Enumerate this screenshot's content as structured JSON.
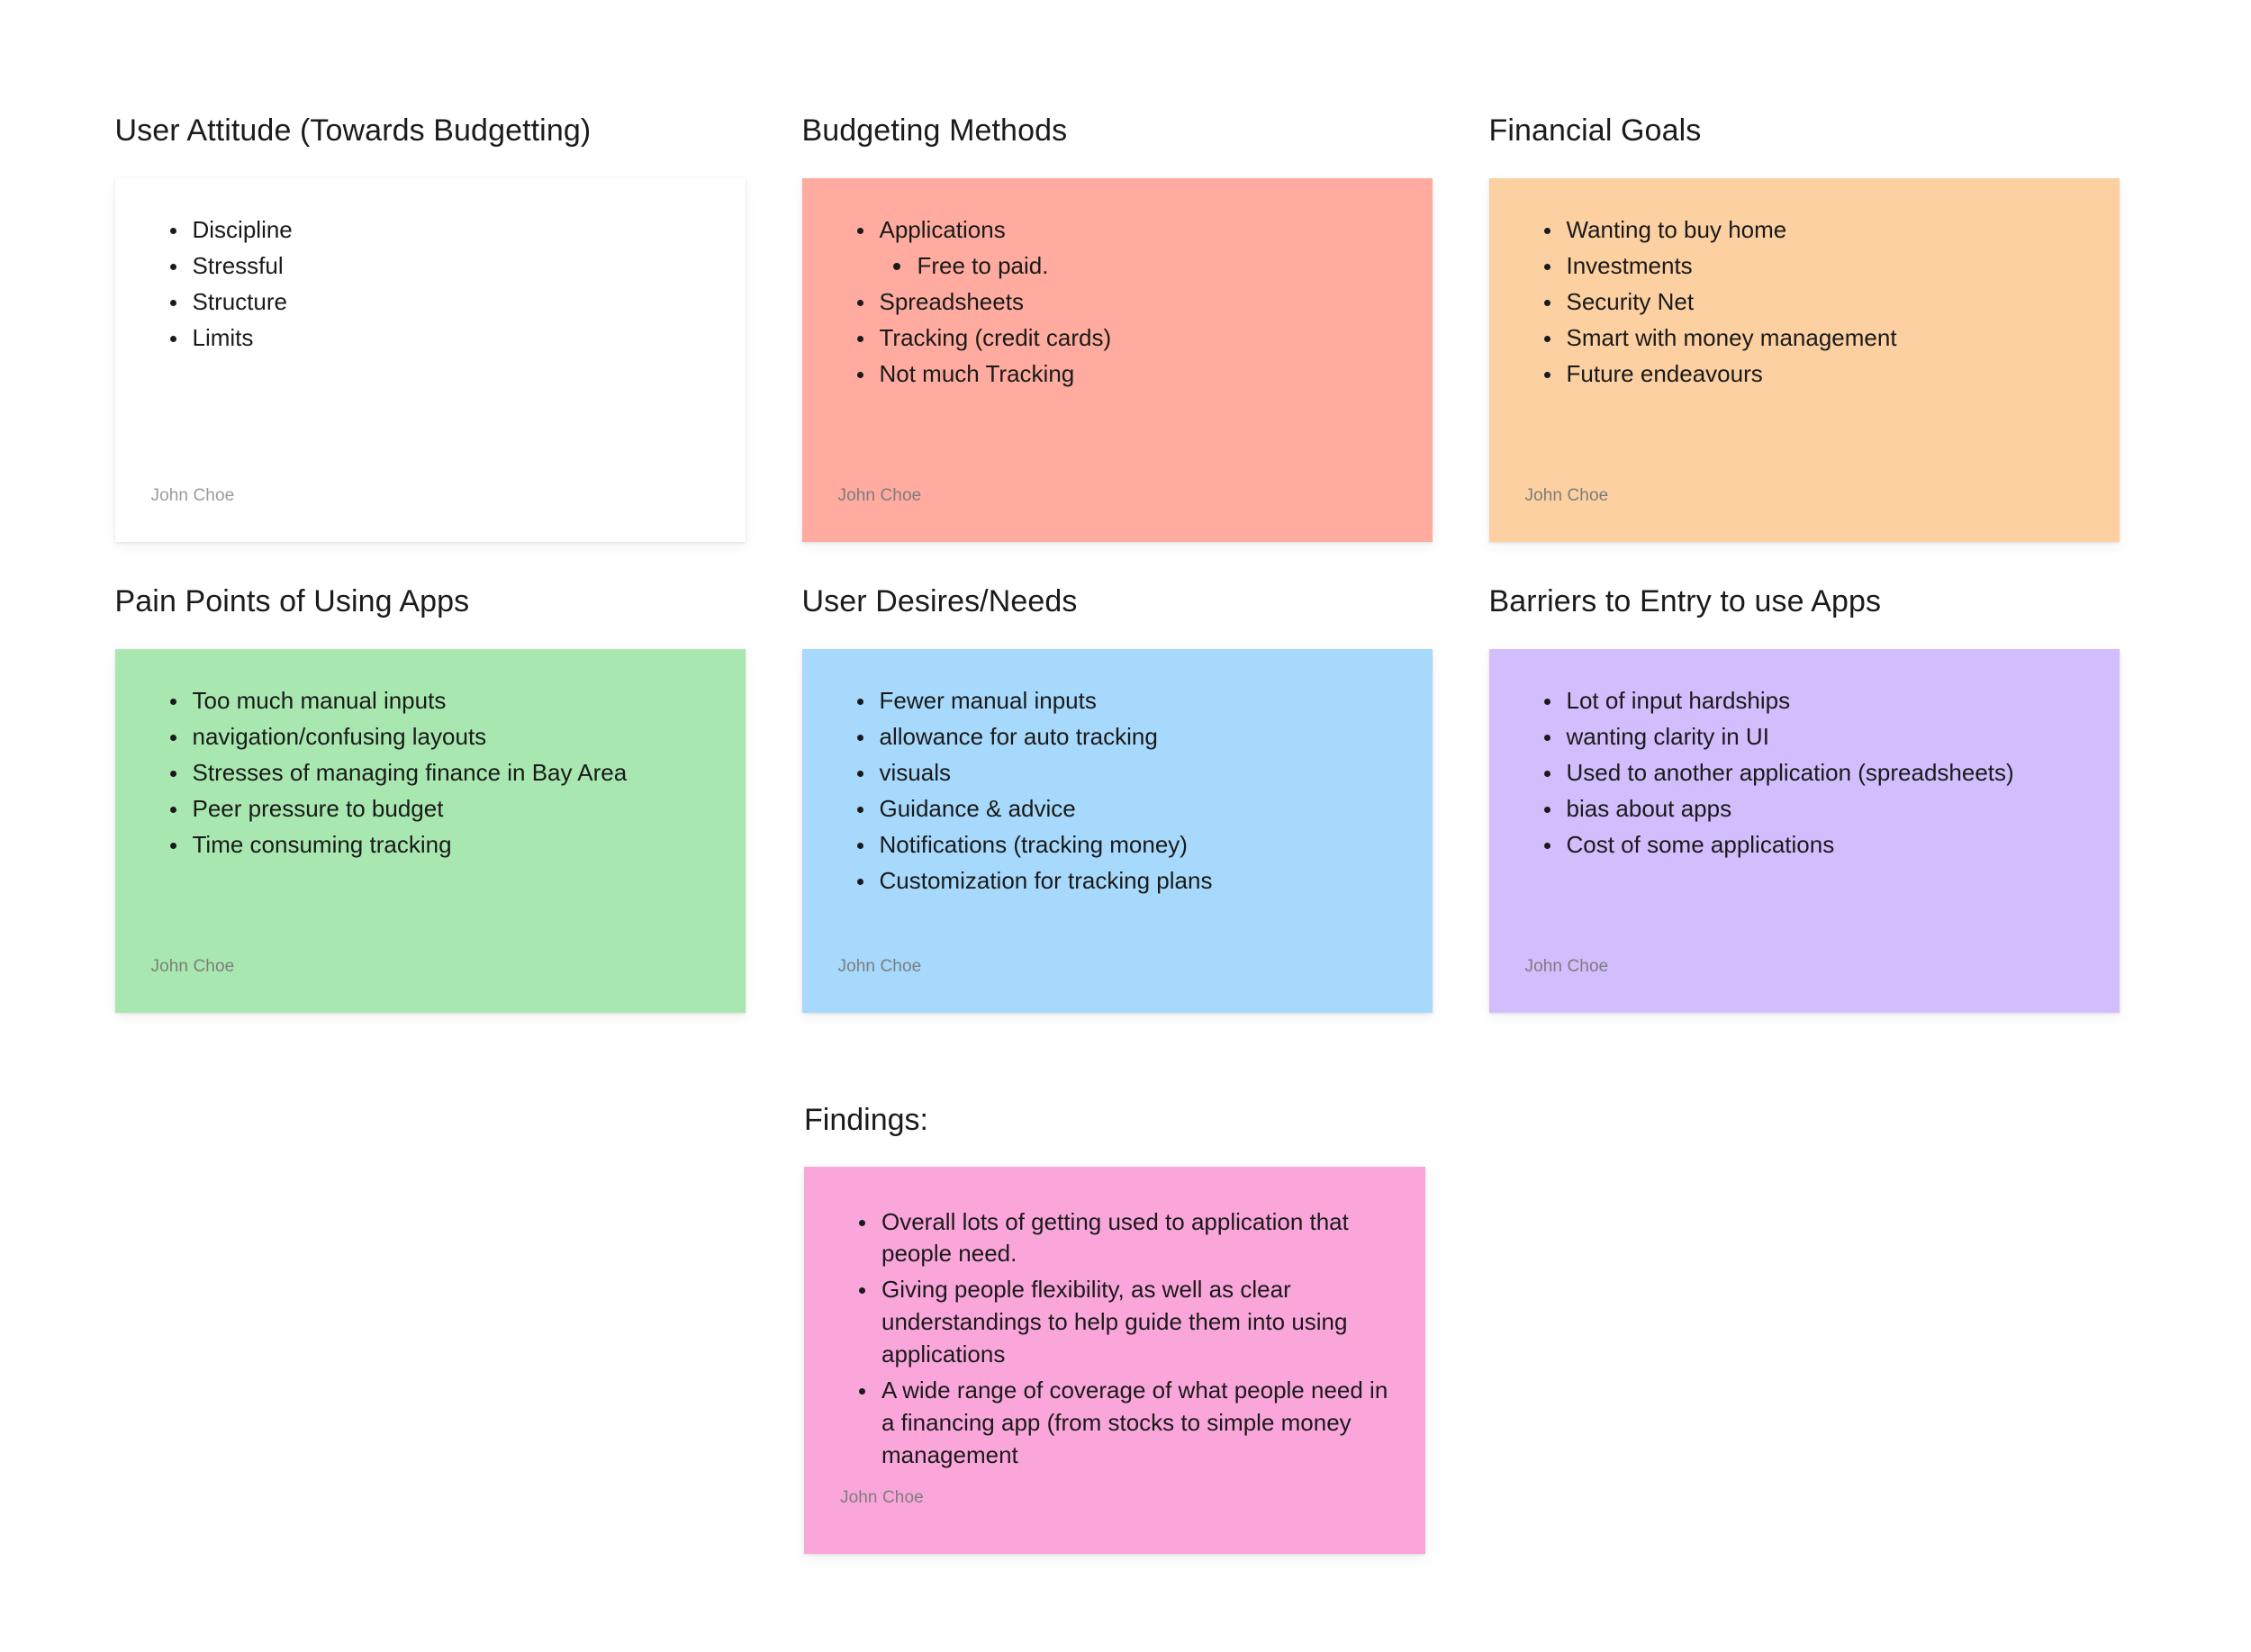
{
  "board": {
    "author_label": "John Choe",
    "colors": {
      "white": "#ffffff",
      "salmon": "#ffab9f",
      "orange": "#fcd0a1",
      "green": "#a8e8b0",
      "blue": "#a6d9fc",
      "purple": "#d2bdfd",
      "pink": "#fba6db"
    }
  },
  "columns": [
    {
      "title": "User Attitude (Towards Budgetting)",
      "color": "white",
      "items": [
        {
          "text": "Discipline"
        },
        {
          "text": "Stressful"
        },
        {
          "text": "Structure"
        },
        {
          "text": "Limits"
        }
      ],
      "author": "John Choe"
    },
    {
      "title": "Budgeting Methods",
      "color": "salmon",
      "items": [
        {
          "text": "Applications",
          "sub": [
            "Free to paid."
          ]
        },
        {
          "text": "Spreadsheets"
        },
        {
          "text": "Tracking (credit cards)"
        },
        {
          "text": "Not much Tracking"
        }
      ],
      "author": "John Choe"
    },
    {
      "title": "Financial Goals",
      "color": "orange",
      "items": [
        {
          "text": "Wanting to buy home"
        },
        {
          "text": "Investments"
        },
        {
          "text": "Security Net"
        },
        {
          "text": "Smart with money management"
        },
        {
          "text": "Future endeavours"
        }
      ],
      "author": "John Choe"
    },
    {
      "title": "Pain Points of Using Apps",
      "color": "green",
      "items": [
        {
          "text": "Too much manual inputs"
        },
        {
          "text": "navigation/confusing layouts"
        },
        {
          "text": "Stresses of managing finance in Bay Area"
        },
        {
          "text": "Peer pressure to budget"
        },
        {
          "text": "Time consuming tracking"
        }
      ],
      "author": "John Choe"
    },
    {
      "title": "User Desires/Needs",
      "color": "blue",
      "items": [
        {
          "text": "Fewer manual inputs"
        },
        {
          "text": "allowance for auto tracking"
        },
        {
          "text": "visuals"
        },
        {
          "text": "Guidance & advice"
        },
        {
          "text": "Notifications (tracking money)"
        },
        {
          "text": "Customization for tracking plans"
        }
      ],
      "author": "John Choe"
    },
    {
      "title": "Barriers to Entry to use Apps",
      "color": "purple",
      "items": [
        {
          "text": "Lot of input hardships"
        },
        {
          "text": "wanting clarity in UI"
        },
        {
          "text": "Used to another application (spreadsheets)"
        },
        {
          "text": "bias about apps"
        },
        {
          "text": "Cost of some applications"
        }
      ],
      "author": "John Choe"
    }
  ],
  "findings": {
    "title": "Findings:",
    "color": "pink",
    "items": [
      {
        "text": "Overall lots of getting used to application that people need."
      },
      {
        "text": "Giving people flexibility, as well as clear understandings to help guide them into using applications"
      },
      {
        "text": "A wide range of coverage of what people need in a financing app (from stocks to simple money management"
      }
    ],
    "author": "John Choe"
  }
}
